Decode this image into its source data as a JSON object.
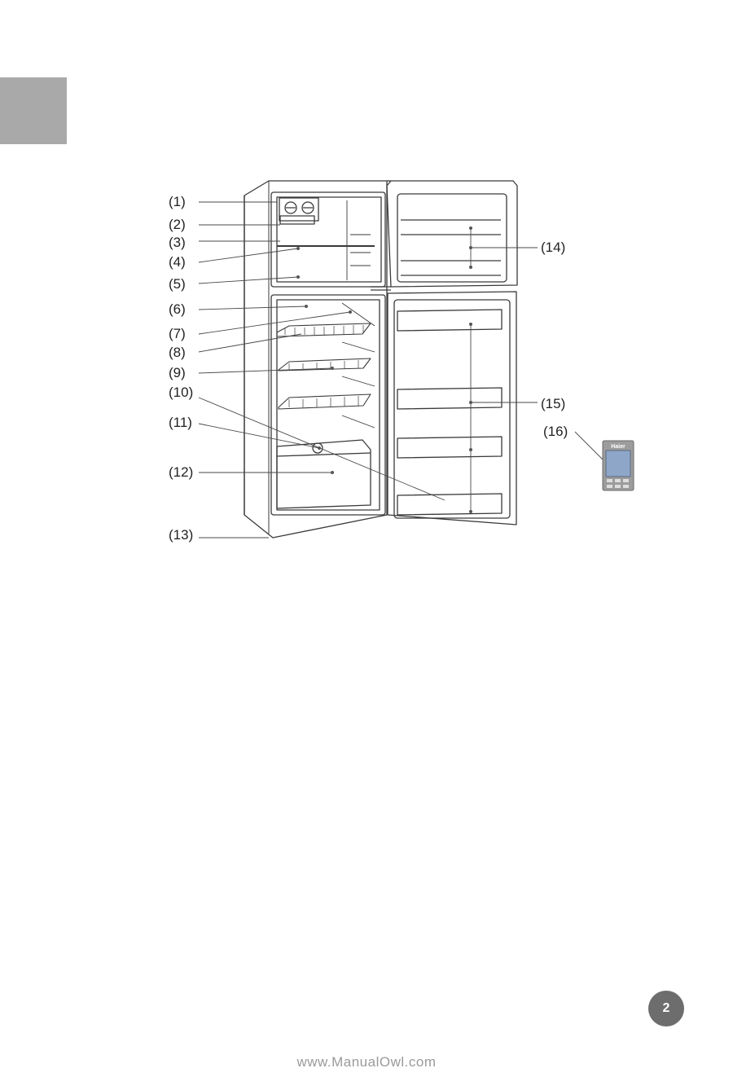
{
  "figure": {
    "callouts": {
      "c1": "(1)",
      "c2": "(2)",
      "c3": "(3)",
      "c4": "(4)",
      "c5": "(5)",
      "c6": "(6)",
      "c7": "(7)",
      "c8": "(8)",
      "c9": "(9)",
      "c10": "(10)",
      "c11": "(11)",
      "c12": "(12)",
      "c13": "(13)",
      "c14": "(14)",
      "c15": "(15)",
      "c16": "(16)"
    },
    "panel_brand": "Haier"
  },
  "page": {
    "number": "2",
    "watermark": "www.ManualOwl.com"
  }
}
